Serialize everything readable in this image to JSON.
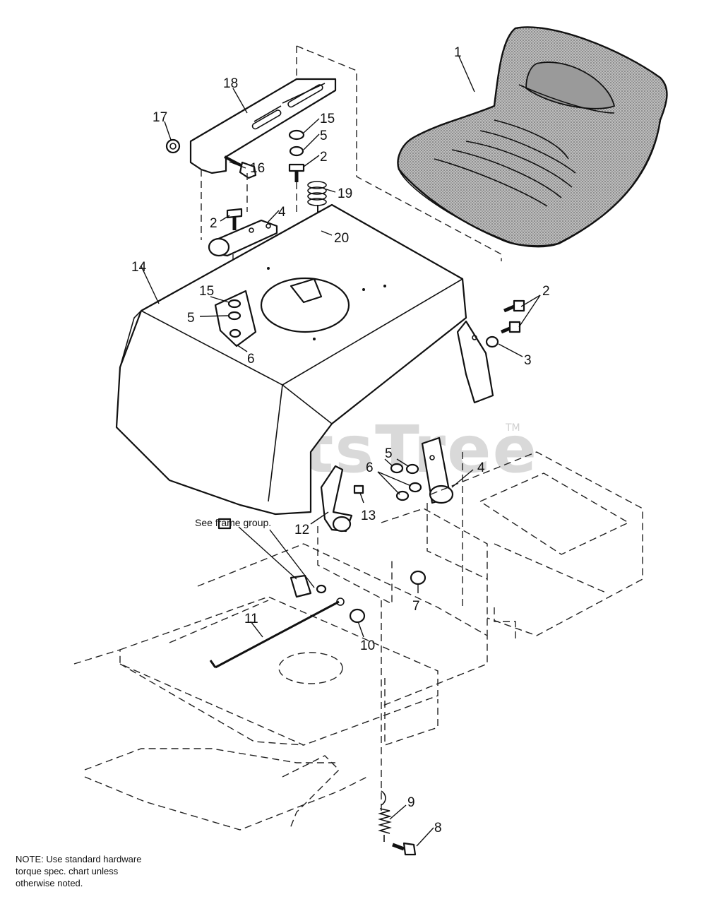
{
  "watermark": {
    "text": "PartsTree",
    "trademark": "TM"
  },
  "frame_note": "See frame group.",
  "note_lines": [
    "NOTE: Use standard hardware",
    "torque spec. chart unless",
    "otherwise noted."
  ],
  "callouts": {
    "p1": "1",
    "p2a": "2",
    "p2b": "2",
    "p2c": "2",
    "p3": "3",
    "p4a": "4",
    "p4b": "4",
    "p5a": "5",
    "p5b": "5",
    "p5c": "5",
    "p6a": "6",
    "p6b": "6",
    "p7": "7",
    "p8": "8",
    "p9": "9",
    "p10": "10",
    "p11": "11",
    "p12": "12",
    "p13": "13",
    "p14": "14",
    "p15a": "15",
    "p15b": "15",
    "p16": "16",
    "p17": "17",
    "p18": "18",
    "p19": "19",
    "p20": "20"
  }
}
